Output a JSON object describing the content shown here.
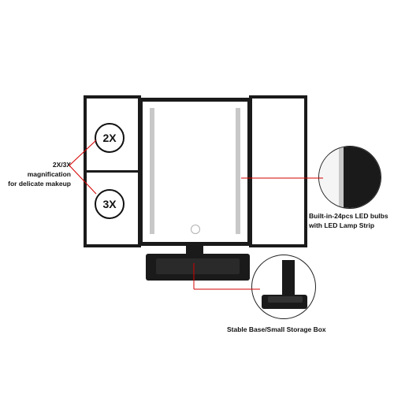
{
  "magnification": {
    "badge_top": "2X",
    "badge_bottom": "3X",
    "caption_line1": "2X/3X magnification",
    "caption_line2": "for delicate makeup"
  },
  "led": {
    "caption_line1": "Built-in-24pcs LED bulbs",
    "caption_line2": "with LED Lamp Strip"
  },
  "base": {
    "caption": "Stable Base/Small Storage Box"
  },
  "colors": {
    "frame": "#1a1a1a",
    "led_strip": "#c8c8c8",
    "pointer_line": "#d40000"
  },
  "icons": [
    "touch-sensor-icon"
  ]
}
